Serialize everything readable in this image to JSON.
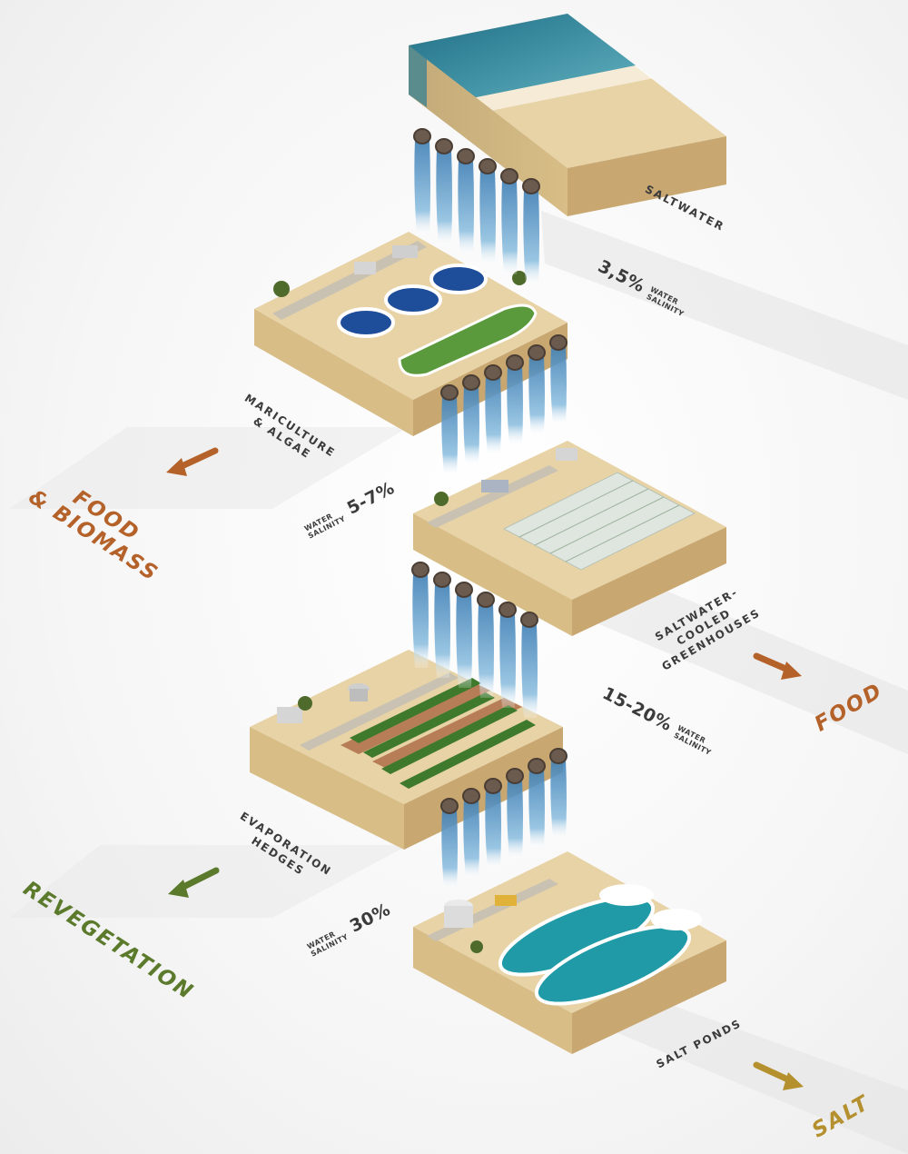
{
  "stages": [
    {
      "name": "SALTWATER"
    },
    {
      "name": "MARICULTURE\n& ALGAE",
      "output": "FOOD\n& BIOMASS",
      "output_color": "#b4622a"
    },
    {
      "name": "SALTWATER-\nCOOLED\nGREENHOUSES",
      "output": "FOOD",
      "output_color": "#b4622a"
    },
    {
      "name": "EVAPORATION\nHEDGES",
      "output": "REVEGETATION",
      "output_color": "#5c7a2c"
    },
    {
      "name": "SALT PONDS",
      "output": "SALT",
      "output_color": "#b5902e"
    }
  ],
  "salinity_labels": [
    {
      "value": "3,5%",
      "caption_line1": "WATER",
      "caption_line2": "SALINITY"
    },
    {
      "value": "5-7%",
      "caption_line1": "WATER",
      "caption_line2": "SALINITY"
    },
    {
      "value": "15-20%",
      "caption_line1": "WATER",
      "caption_line2": "SALINITY"
    },
    {
      "value": "30%",
      "caption_line1": "WATER",
      "caption_line2": "SALINITY"
    }
  ],
  "colors": {
    "sand_top": "#e8d3a6",
    "sand_side": "#d8bd86",
    "sand_front": "#c9a771",
    "sea": "#3f8fa6",
    "water_fall": "#6fa9cf",
    "pond": "#1f9aa6",
    "algae": "#5a9a3c",
    "brown_arrow": "#b4622a",
    "green_arrow": "#5c7a2c",
    "gold_arrow": "#b5902e",
    "label_text": "#3b3b3b"
  },
  "icons": [
    "down-left-arrow-icon",
    "down-right-arrow-icon",
    "pipe-icon",
    "waterfall-icon"
  ]
}
